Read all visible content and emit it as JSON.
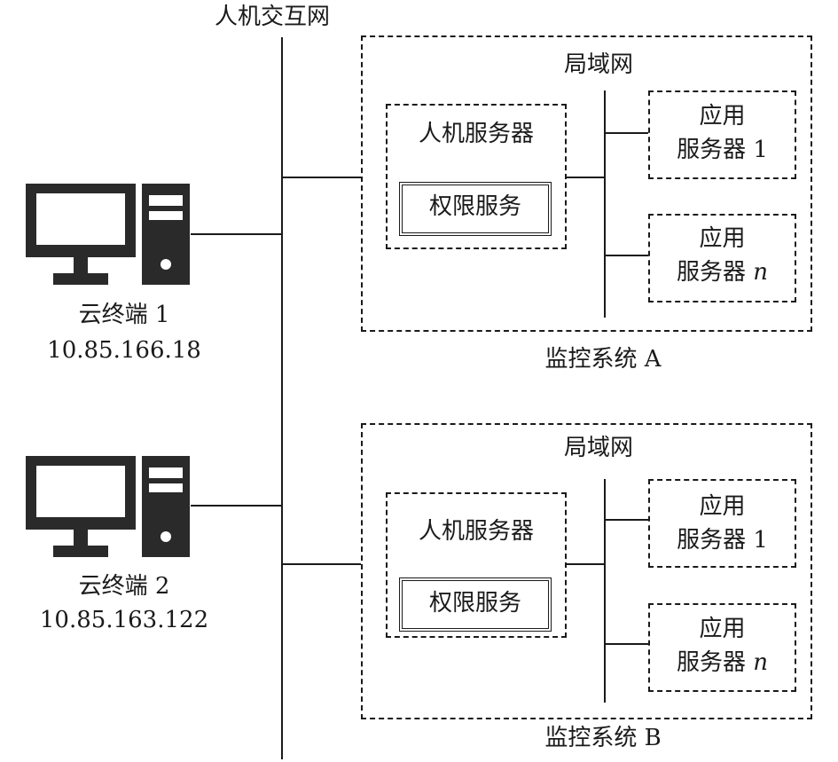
{
  "network_label": "人机交互网",
  "terminals": [
    {
      "name": "云终端 1",
      "ip": "10.85.166.18"
    },
    {
      "name": "云终端 2",
      "ip": "10.85.163.122"
    }
  ],
  "systems": [
    {
      "caption": "监控系统 A",
      "lan_label": "局域网",
      "hmi_server_label": "人机服务器",
      "permission_service_label": "权限服务",
      "app_servers": [
        {
          "line1": "应用",
          "line2": "服务器 ",
          "index": "1"
        },
        {
          "line1": "应用",
          "line2": "服务器 ",
          "index": "n"
        }
      ]
    },
    {
      "caption": "监控系统 B",
      "lan_label": "局域网",
      "hmi_server_label": "人机服务器",
      "permission_service_label": "权限服务",
      "app_servers": [
        {
          "line1": "应用",
          "line2": "服务器 ",
          "index": "1"
        },
        {
          "line1": "应用",
          "line2": "服务器 ",
          "index": "n"
        }
      ]
    }
  ]
}
